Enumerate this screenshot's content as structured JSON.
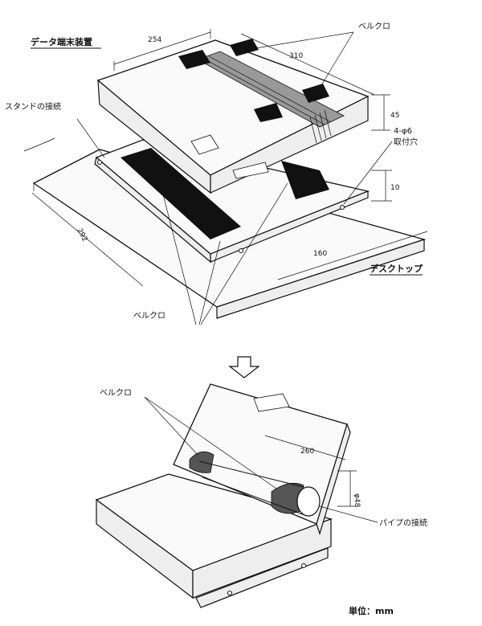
{
  "labels": {
    "terminal": "データ端末装置",
    "stand_connection": "スタンドの接続",
    "velcro_top": "ベルクロ",
    "velcro_mid": "ベルクロ",
    "velcro_bottom": "ベルクロ",
    "mount_holes_spec": "4-φ6",
    "mount_holes": "取付穴",
    "desktop": "デスクトップ",
    "pipe_connection": "パイプの接続",
    "unit": "単位：mm"
  },
  "dimensions": {
    "d254": "254",
    "d310": "310",
    "d45": "45",
    "d10": "10",
    "d292": "292",
    "d160": "160",
    "d260": "260",
    "d48": "φ48"
  },
  "arrow": {
    "icon": "down-arrow-icon"
  }
}
